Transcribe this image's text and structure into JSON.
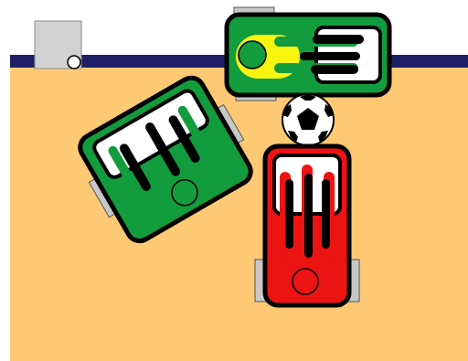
{
  "scene": {
    "colors": {
      "background": "#ffffff",
      "field": "#fdc974",
      "wall": "#1e2066",
      "goal_box": "#d2d2d2",
      "team_green": "#139c3d",
      "team_red": "#ec1313",
      "highlight_yellow": "#f7f40f",
      "robot_outline": "#000000",
      "wheel": "#c8c8c8"
    },
    "elements": {
      "field": "playing-field",
      "wall": "field-wall",
      "goal_box": "goal-box",
      "goal_marker": "goal-marker-circle",
      "ball": "soccer-ball-icon",
      "robots": [
        {
          "id": "robot-green-top",
          "team": "green",
          "highlighted": true
        },
        {
          "id": "robot-green-left",
          "team": "green",
          "highlighted": false
        },
        {
          "id": "robot-red",
          "team": "red",
          "highlighted": false
        }
      ]
    }
  }
}
